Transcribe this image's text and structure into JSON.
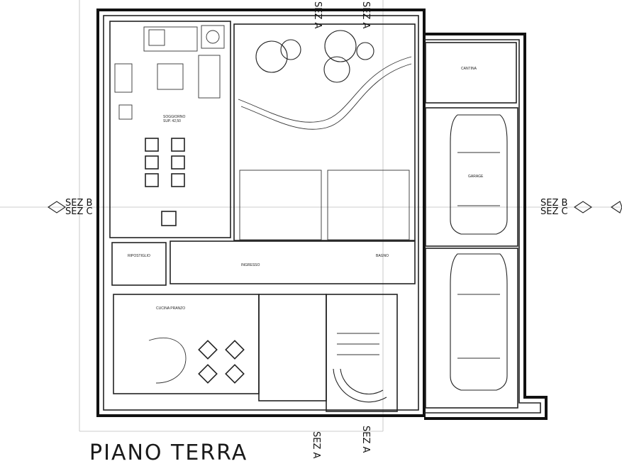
{
  "drawing": {
    "title": "PIANO TERRA"
  },
  "section_marks": {
    "left_b": "SEZ B",
    "left_c": "SEZ C",
    "right_b": "SEZ B",
    "right_c": "SEZ C",
    "top_a": "SEZ A",
    "top_a2": "SEZ A",
    "bottom_a": "SEZ A",
    "bottom_a2": "SEZ A"
  }
}
